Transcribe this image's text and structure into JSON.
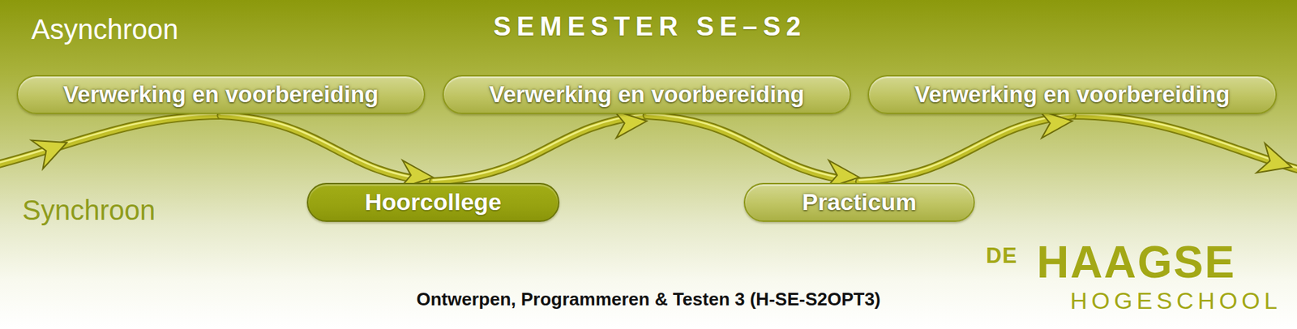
{
  "diagram": {
    "title": "SEMESTER SE–S2",
    "caption": "Ontwerpen, Programmeren & Testen 3 (H-SE-S2OPT3)",
    "nodes": [
      {
        "text": [
          "Verwerking en voorbereiding"
        ]
      },
      {
        "text": [
          "Verwerking en voorbereiding"
        ]
      },
      {
        "text": [
          "Verwerking en voorbereiding"
        ]
      },
      {
        "text": [
          "Hoorcollege"
        ]
      },
      {
        "text": [
          "Practicum"
        ]
      }
    ],
    "edges": [
      {
        "from": 0,
        "to": 3,
        "arrow": "to"
      },
      {
        "from": 3,
        "to": 1,
        "arrow": "to"
      },
      {
        "from": 1,
        "to": 4,
        "arrow": "to"
      },
      {
        "from": 4,
        "to": 2,
        "arrow": "to"
      }
    ],
    "labels": [
      "Asynchroon",
      "Synchroon",
      "DE",
      "HAAGSE",
      "HOGESCHOOL"
    ]
  }
}
